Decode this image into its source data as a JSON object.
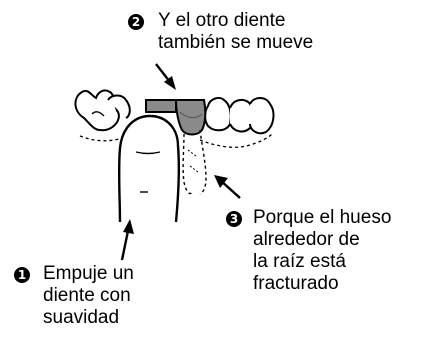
{
  "callouts": [
    {
      "number": "1",
      "lines": [
        "Empuje un",
        "diente con",
        "suavidad"
      ]
    },
    {
      "number": "2",
      "lines": [
        "Y el otro diente",
        "también se mueve"
      ]
    },
    {
      "number": "3",
      "lines": [
        "Porque el hueso",
        "alrededor de",
        "la raíz está",
        "fracturado"
      ]
    }
  ]
}
